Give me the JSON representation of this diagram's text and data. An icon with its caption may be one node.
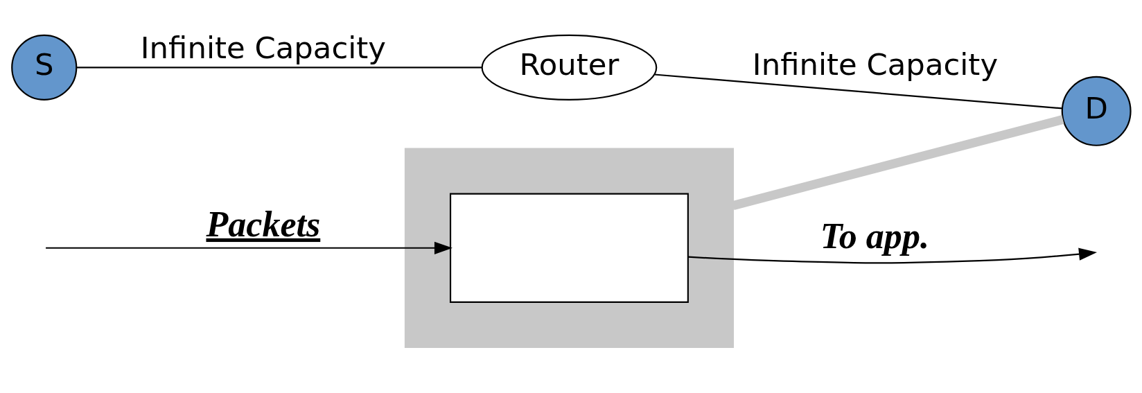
{
  "diagram": {
    "nodes": [
      {
        "text": [
          "S"
        ]
      },
      {
        "text": [
          "Router"
        ]
      },
      {
        "text": [
          "D"
        ]
      },
      {
        "text": [],
        "shape": "box"
      },
      {
        "text": [],
        "shape": "box",
        "in": 3
      }
    ],
    "edges": [
      {
        "from": 0,
        "to": 1,
        "arrow": "none",
        "label": "Infinite Capacity"
      },
      {
        "from": 1,
        "to": 2,
        "arrow": "none",
        "label": "Infinite Capacity"
      },
      {
        "from": 3,
        "to": 2,
        "arrow": "none",
        "style": "thick",
        "color": "#c8c8c8"
      },
      {
        "from": 4,
        "to": null,
        "arrow": "to",
        "label": "To app."
      },
      {
        "from": null,
        "to": 4,
        "arrow": "to",
        "label": "Packets"
      }
    ]
  }
}
